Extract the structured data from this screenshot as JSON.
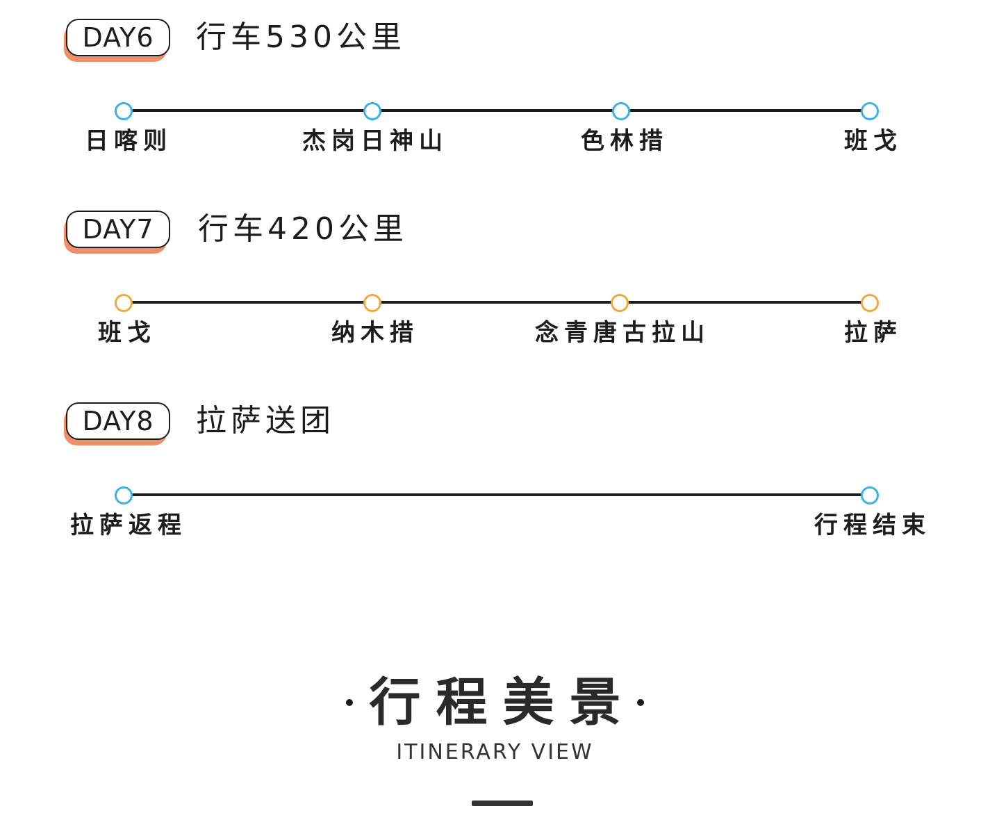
{
  "days": [
    {
      "badge": "DAY6",
      "title": "行车530公里",
      "dot_color": "#3bb2e4",
      "stops": [
        "日喀则",
        "杰岗日神山",
        "色林措",
        "班戈"
      ]
    },
    {
      "badge": "DAY7",
      "title": "行车420公里",
      "dot_color": "#f2a93b",
      "stops": [
        "班戈",
        "纳木措",
        "念青唐古拉山",
        "拉萨"
      ]
    },
    {
      "badge": "DAY8",
      "title": "拉萨送团",
      "dot_color": "#3bb2e4",
      "stops": [
        "拉萨返程",
        "行程结束"
      ]
    }
  ],
  "section": {
    "title": "行程美景",
    "subtitle": "ITINERARY VIEW"
  },
  "colors": {
    "badge_shadow": "#ee8f6c",
    "line": "#1c1c1c",
    "dot_blue": "#3bb2e4",
    "dot_orange": "#f2a93b"
  }
}
